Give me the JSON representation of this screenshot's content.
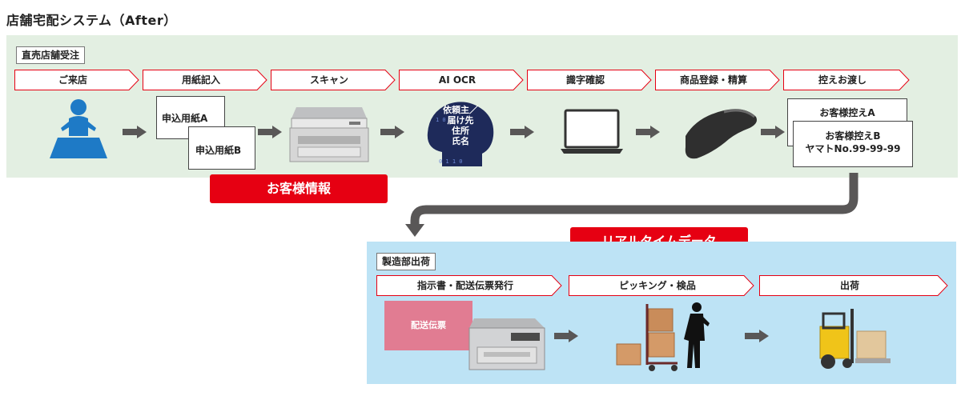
{
  "title": "店舗宅配システム（After）",
  "top_section": {
    "label": "直売店舗受注",
    "steps": [
      "ご来店",
      "用紙記入",
      "スキャン",
      "AI OCR",
      "識字確認",
      "商品登録・精算",
      "控えお渡し"
    ],
    "form_a": "申込用紙A",
    "form_b": "申込用紙B",
    "ai_head_lines": [
      "依頼主／",
      "届け先",
      "住所",
      "氏名"
    ],
    "copy_a": "お客様控えA",
    "copy_b_line1": "お客様控えB",
    "copy_b_line2": "ヤマトNo.99-99-99",
    "customer_info_banner": "お客様情報"
  },
  "realtime_banner": "リアルタイムデータ",
  "bottom_section": {
    "label": "製造部出荷",
    "steps": [
      "指示書・配送伝票発行",
      "ピッキング・検品",
      "出荷"
    ],
    "slip_label": "配送伝票"
  },
  "colors": {
    "accent_red": "#e60012",
    "top_panel": "#e3efe2",
    "bottom_panel": "#bde3f5",
    "connector": "#595757",
    "slip_pink": "#e17c92"
  }
}
